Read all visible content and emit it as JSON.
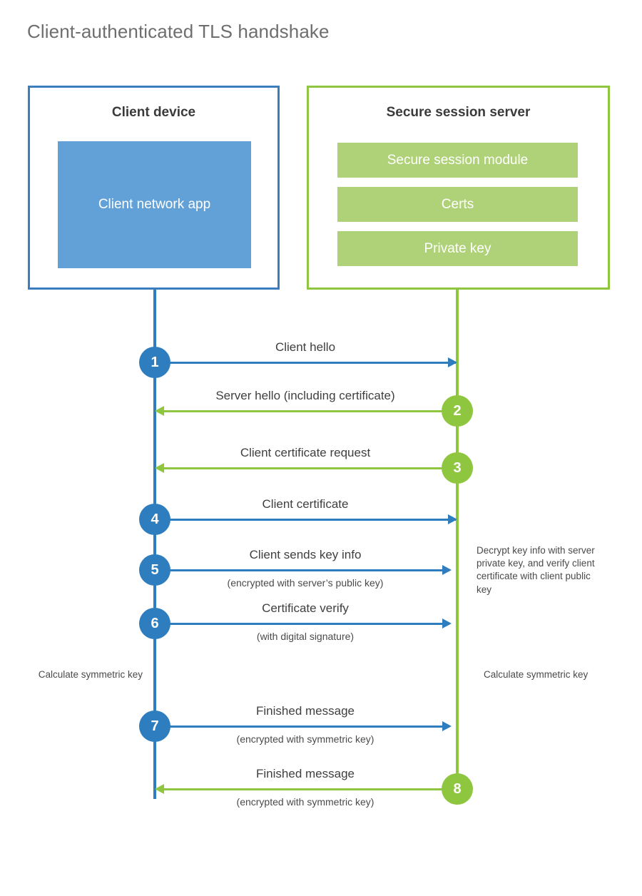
{
  "title": "Client-authenticated TLS handshake",
  "colors": {
    "blue_border": "#3B7EBF",
    "blue_fill": "#62A0D8",
    "blue_line": "#2E7DBF",
    "green_border": "#8FC63F",
    "green_fill": "#AFD279",
    "green_line": "#8FC63F",
    "title_text": "#6e6e6e",
    "body_text": "#3f3f3f"
  },
  "actors": {
    "client": {
      "title": "Client device",
      "blocks": [
        "Client network app"
      ]
    },
    "server": {
      "title": "Secure session server",
      "blocks": [
        "Secure session module",
        "Certs",
        "Private key"
      ]
    }
  },
  "messages": [
    {
      "step": "1",
      "label": "Client hello",
      "sublabel": "",
      "direction": "client-to-server",
      "color": "blue"
    },
    {
      "step": "2",
      "label": "Server hello (including certificate)",
      "sublabel": "",
      "direction": "server-to-client",
      "color": "green"
    },
    {
      "step": "3",
      "label": "Client certificate request",
      "sublabel": "",
      "direction": "server-to-client",
      "color": "green"
    },
    {
      "step": "4",
      "label": "Client certificate",
      "sublabel": "",
      "direction": "client-to-server",
      "color": "blue"
    },
    {
      "step": "5",
      "label": "Client sends key info",
      "sublabel": "(encrypted with server’s public key)",
      "direction": "client-to-server",
      "color": "blue"
    },
    {
      "step": "6",
      "label": "Certificate verify",
      "sublabel": "(with digital signature)",
      "direction": "client-to-server",
      "color": "blue"
    },
    {
      "step": "7",
      "label": "Finished message",
      "sublabel": "(encrypted with symmetric key)",
      "direction": "client-to-server",
      "color": "blue"
    },
    {
      "step": "8",
      "label": "Finished message",
      "sublabel": "(encrypted with symmetric key)",
      "direction": "server-to-client",
      "color": "green"
    }
  ],
  "notes": {
    "server_decrypt": "Decrypt key info with server private key, and verify client certificate with client public key",
    "client_calculate": "Calculate symmetric key",
    "server_calculate": "Calculate symmetric key"
  }
}
